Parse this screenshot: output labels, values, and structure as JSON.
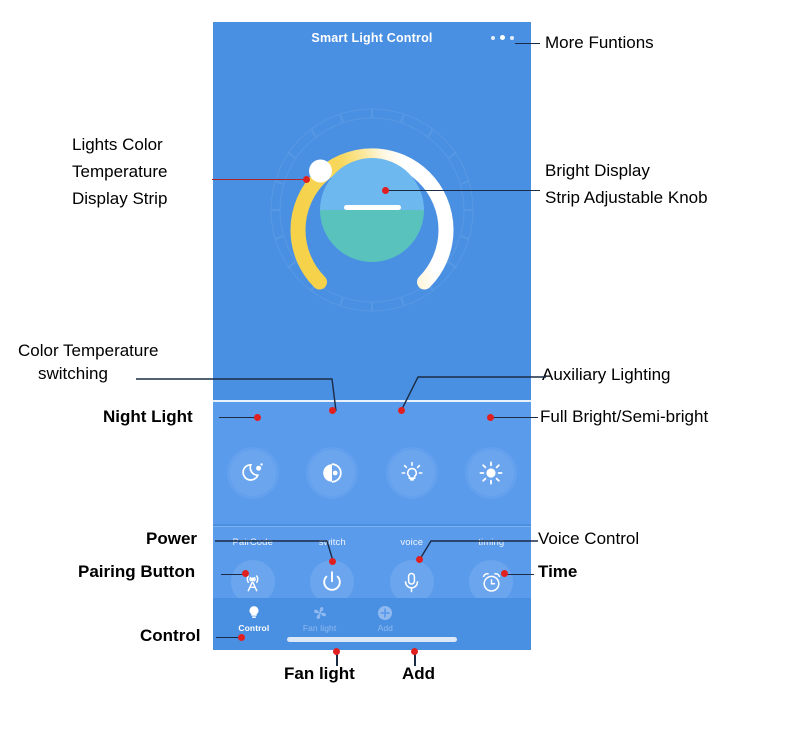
{
  "app": {
    "title": "Smart Light Control",
    "more_icon": "more-dots-icon"
  },
  "dial": {
    "knob_icon": "dial-knob",
    "track_yellow": "#f6d24b",
    "track_white": "#ffffff",
    "center_top": "#6db8ee",
    "center_bottom": "#59c2bd",
    "bar_icon": "brightness-bar"
  },
  "modes": [
    {
      "label": "",
      "icon": "moon-icon",
      "name": "night-light"
    },
    {
      "label": "",
      "icon": "half-circle-icon",
      "name": "color-temperature"
    },
    {
      "label": "",
      "icon": "bulb-rays-icon",
      "name": "auxiliary-lighting"
    },
    {
      "label": "",
      "icon": "sun-icon",
      "name": "full-bright"
    }
  ],
  "functions": [
    {
      "label": "PairCode",
      "icon": "signal-tower-icon",
      "name": "paircode"
    },
    {
      "label": "switch",
      "icon": "power-icon",
      "name": "switch"
    },
    {
      "label": "voice",
      "icon": "microphone-icon",
      "name": "voice"
    },
    {
      "label": "timing",
      "icon": "alarm-clock-icon",
      "name": "timing"
    }
  ],
  "nav": [
    {
      "label": "Control",
      "icon": "bulb-icon",
      "active": true
    },
    {
      "label": "Fan light",
      "icon": "fan-icon",
      "active": false
    },
    {
      "label": "Add",
      "icon": "plus-circle-icon",
      "active": false
    }
  ],
  "annotations": {
    "more_functions": "More Funtions",
    "color_temp_strip_l1": "Lights Color",
    "color_temp_strip_l2": "Temperature",
    "color_temp_strip_l3": "Display Strip",
    "bright_knob_l1": "Bright Display",
    "bright_knob_l2": "Strip Adjustable Knob",
    "color_temp_switch_l1": "Color Temperature",
    "color_temp_switch_l2": "switching",
    "auxiliary_lighting": "Auxiliary Lighting",
    "night_light": "Night Light",
    "full_bright": "Full Bright/Semi-bright",
    "power": "Power",
    "voice_control": "Voice Control",
    "pairing_button": "Pairing Button",
    "time": "Time",
    "control": "Control",
    "fan_light": "Fan light",
    "add": "Add"
  },
  "colors": {
    "phone_bg": "#4a90e2",
    "panel_bg": "#5b9bec",
    "accent_yellow": "#f6d24b",
    "accent_teal": "#59c2bd",
    "leader": "#1b2b45",
    "dot": "#e02020"
  }
}
